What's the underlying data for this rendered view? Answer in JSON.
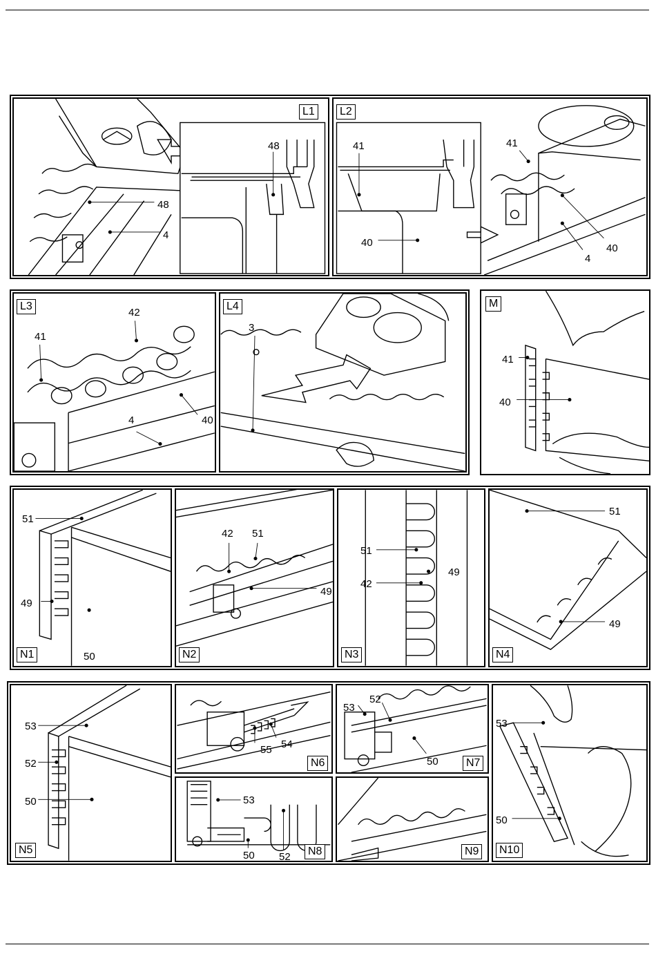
{
  "panels": {
    "L1": {
      "tag": "L1",
      "callouts": [
        "48",
        "48",
        "4"
      ]
    },
    "L2": {
      "tag": "L2",
      "callouts": [
        "41",
        "40",
        "41",
        "40",
        "4"
      ]
    },
    "L3": {
      "tag": "L3",
      "callouts": [
        "42",
        "41",
        "40",
        "4"
      ]
    },
    "L4": {
      "tag": "L4",
      "callouts": [
        "3"
      ]
    },
    "M": {
      "tag": "M",
      "callouts": [
        "41",
        "40"
      ]
    },
    "N1": {
      "tag": "N1",
      "callouts": [
        "51",
        "49",
        "50"
      ]
    },
    "N2": {
      "tag": "N2",
      "callouts": [
        "42",
        "51",
        "49"
      ]
    },
    "N3": {
      "tag": "N3",
      "callouts": [
        "51",
        "49",
        "42"
      ]
    },
    "N4": {
      "tag": "N4",
      "callouts": [
        "51",
        "49"
      ]
    },
    "N5": {
      "tag": "N5",
      "callouts": [
        "53",
        "52",
        "50"
      ]
    },
    "N6": {
      "tag": "N6",
      "callouts": [
        "55",
        "54"
      ]
    },
    "N7": {
      "tag": "N7",
      "callouts": [
        "53",
        "52",
        "50"
      ]
    },
    "N8": {
      "tag": "N8",
      "callouts": [
        "53",
        "50",
        "52"
      ]
    },
    "N9": {
      "tag": "N9",
      "callouts": []
    },
    "N10": {
      "tag": "N10",
      "callouts": [
        "53",
        "50"
      ]
    }
  }
}
